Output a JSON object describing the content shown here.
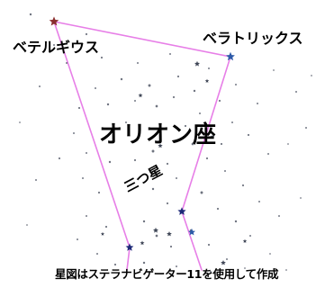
{
  "labels": {
    "betelgeuse": "ベテルギウス",
    "bellatrix": "ベラトリックス",
    "constellation": "オリオン座",
    "belt": "三つ星",
    "credit": "星図はステラナビゲーター11を使用して作成"
  },
  "colors": {
    "background": "#ffffff",
    "constellation_line": "#e77fe7",
    "betelgeuse": "#8b2f2f",
    "bellatrix": "#2d5aa8",
    "belt_stars": "#1e2a78",
    "field_stars": "#3f4656"
  },
  "icons": {
    "betelgeuse": "red-star-icon",
    "bellatrix": "blue-star-icon",
    "belt": "blue-star-icon",
    "field": "star-icon"
  }
}
